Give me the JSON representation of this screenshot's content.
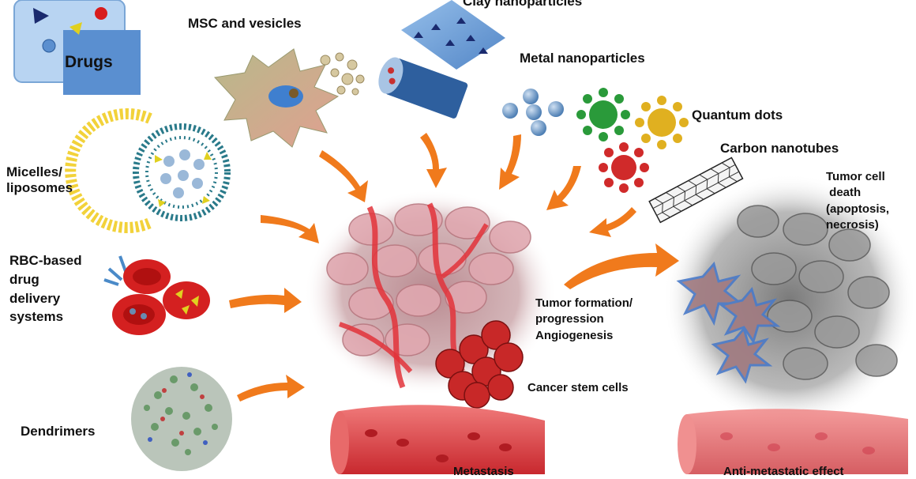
{
  "labels": {
    "drugs": "Drugs",
    "msc": "MSC and vesicles",
    "clay": "Clay nanoparticles",
    "metal": "Metal nanoparticles",
    "quantum": "Quantum dots",
    "carbon": "Carbon nanotubes",
    "micelles": "Micelles/\nliposomes",
    "rbc": "RBC-based\ndrug\ndelivery\nsystems",
    "dendrimers": "Dendrimers",
    "tumor_formation": "Tumor formation/\nprogression\nAngiogenesis",
    "cancer_stem": "Cancer stem cells",
    "tumor_death": "Tumor cell\n death\n(apoptosis,\nnecrosis)",
    "metastasis": "Metastasis",
    "anti_metastatic": "Anti-metastatic effect"
  },
  "colors": {
    "arrow": "#f07a1c",
    "tumor_pink": "#e8a0a8",
    "vessel_red": "#e0303a",
    "dead_gray": "#8a8a8a",
    "nano_blue": "#5b8fcf",
    "qd_green": "#2a9a3a",
    "qd_yellow": "#e0b020",
    "qd_red": "#d02a2a"
  }
}
